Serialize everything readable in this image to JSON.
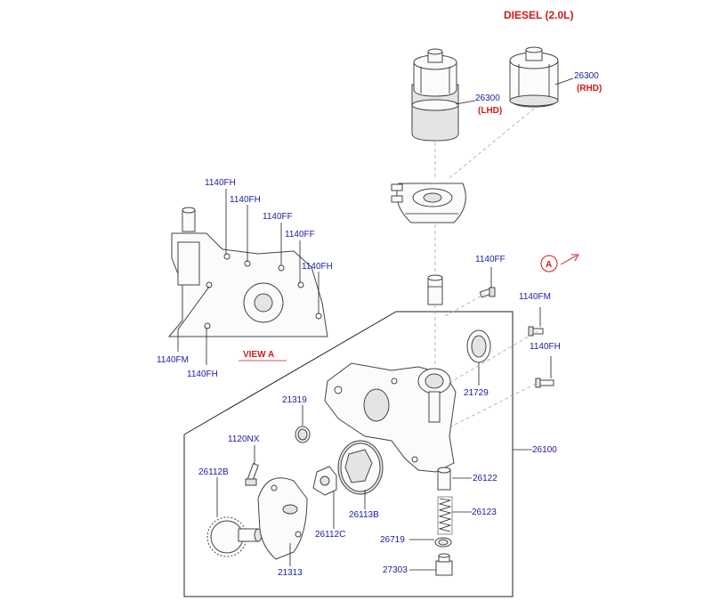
{
  "header": {
    "title": "DIESEL (2.0L)"
  },
  "view_label": "VIEW  A",
  "view_marker": "A",
  "callouts": {
    "c26300_lhd_num": "26300",
    "c26300_lhd_sfx": "(LHD)",
    "c26300_rhd_num": "26300",
    "c26300_rhd_sfx": "(RHD)",
    "c1140FF_main": "1140FF",
    "c1140FM_main": "1140FM",
    "c1140FH_main": "1140FH",
    "c21729": "21729",
    "c21319": "21319",
    "c26100": "26100",
    "c1120NX": "1120NX",
    "c26112B": "26112B",
    "c26122": "26122",
    "c26113B": "26113B",
    "c26123": "26123",
    "c26112C": "26112C",
    "c26719": "26719",
    "c21313": "21313",
    "c27303": "27303",
    "va_1140FH_a": "1140FH",
    "va_1140FH_b": "1140FH",
    "va_1140FF_a": "1140FF",
    "va_1140FF_b": "1140FF",
    "va_1140FH_c": "1140FH",
    "va_1140FM": "1140FM",
    "va_1140FH_d": "1140FH"
  },
  "colors": {
    "callout": "#1a1aa8",
    "title": "#d21a1a",
    "line": "#222222"
  }
}
